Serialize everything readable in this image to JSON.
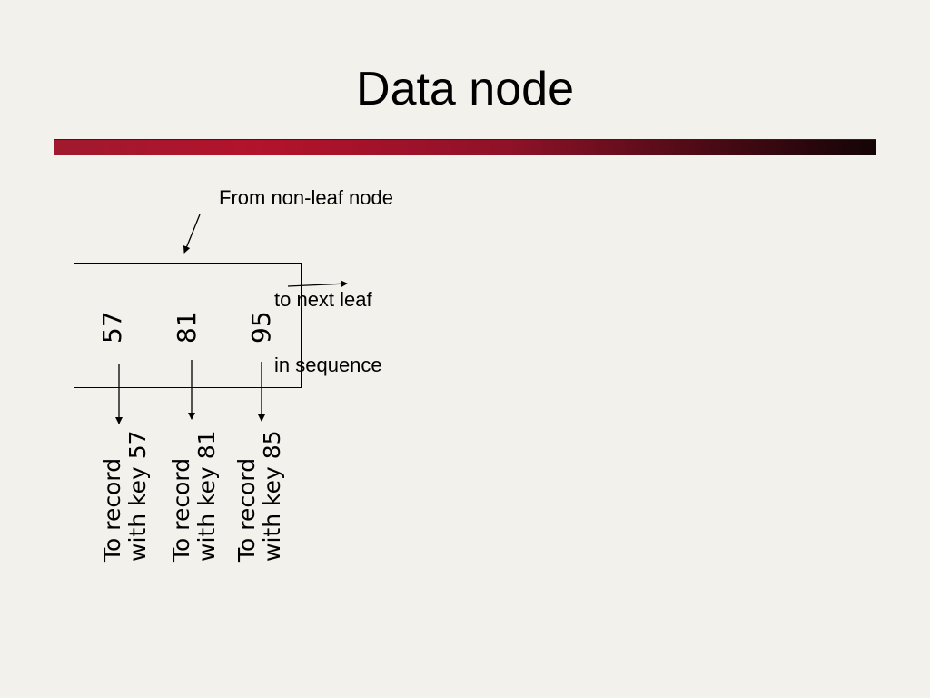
{
  "title": "Data node",
  "from_label": "From non-leaf node",
  "next_leaf": {
    "line1": "to next leaf",
    "line2": "in sequence"
  },
  "keys": [
    "57",
    "81",
    "95"
  ],
  "records": [
    {
      "line1": "To record",
      "line2": "with key 57"
    },
    {
      "line1": "To record",
      "line2": "with key 81"
    },
    {
      "line1": "To record",
      "line2": "with key 85"
    }
  ],
  "colors": {
    "background": "#f3f1ec",
    "bar_start": "#b3132c",
    "bar_end": "#140406"
  }
}
